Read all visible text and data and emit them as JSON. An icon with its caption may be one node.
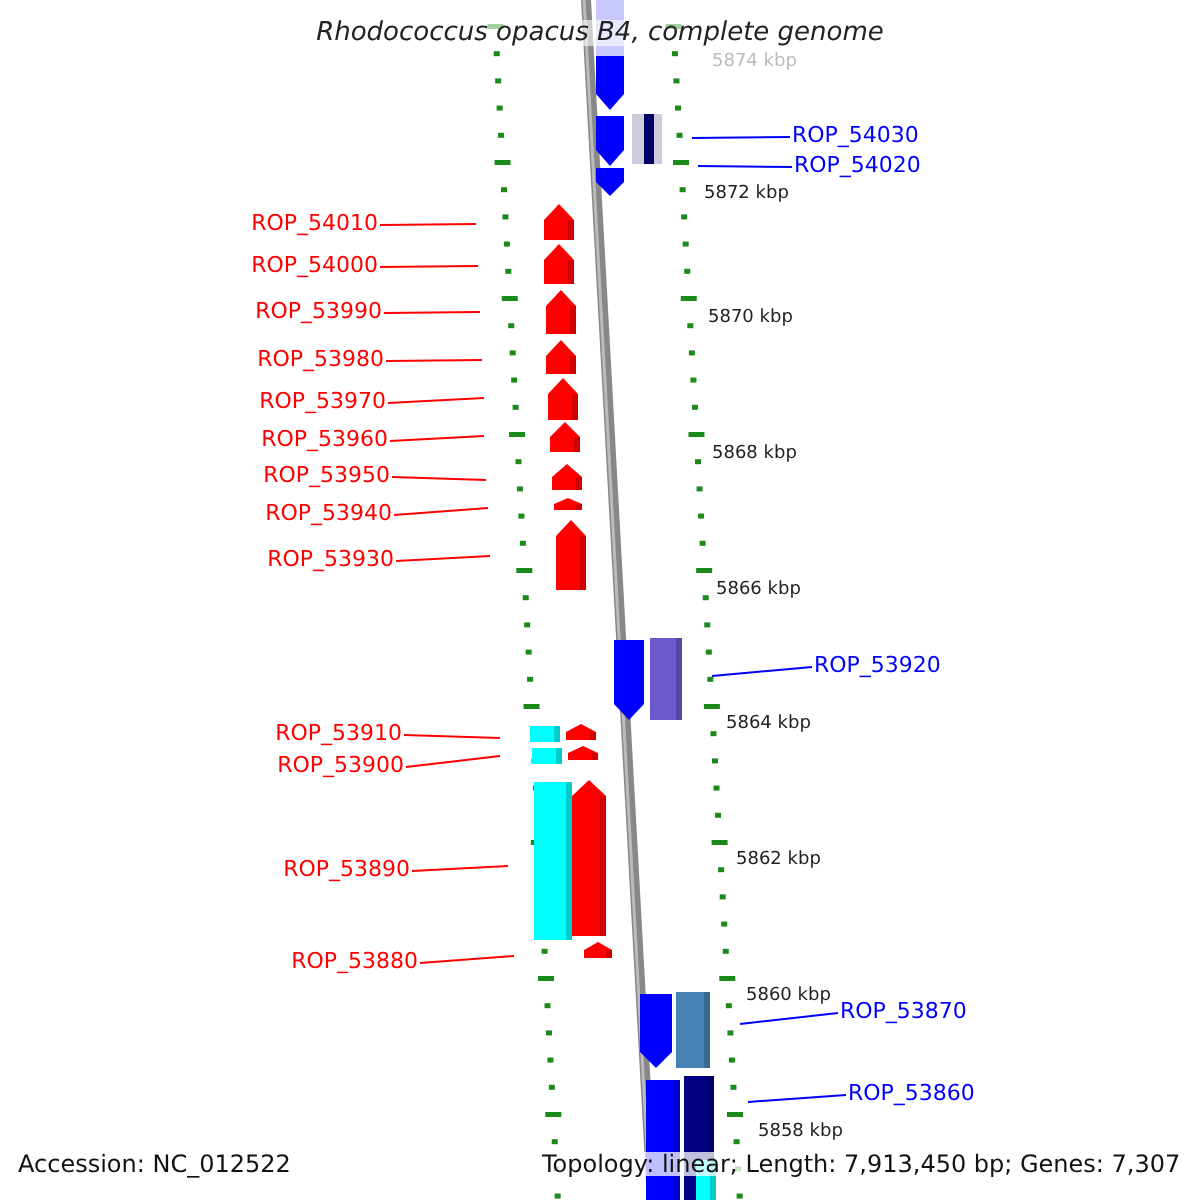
{
  "diagram": {
    "title": "Rhodococcus opacus B4, complete genome",
    "nodes": [
      {
        "text": [
          "ROP_54030"
        ]
      },
      {
        "text": [
          "ROP_54020"
        ]
      },
      {
        "text": [
          "ROP_54010"
        ]
      },
      {
        "text": [
          "ROP_54000"
        ]
      },
      {
        "text": [
          "ROP_53990"
        ]
      },
      {
        "text": [
          "ROP_53980"
        ]
      },
      {
        "text": [
          "ROP_53970"
        ]
      },
      {
        "text": [
          "ROP_53960"
        ]
      },
      {
        "text": [
          "ROP_53950"
        ]
      },
      {
        "text": [
          "ROP_53940"
        ]
      },
      {
        "text": [
          "ROP_53930"
        ]
      },
      {
        "text": [
          "ROP_53920"
        ]
      },
      {
        "text": [
          "ROP_53910"
        ]
      },
      {
        "text": [
          "ROP_53900"
        ]
      },
      {
        "text": [
          "ROP_53890"
        ]
      },
      {
        "text": [
          "ROP_53880"
        ]
      },
      {
        "text": [
          "ROP_53870"
        ]
      },
      {
        "text": [
          "ROP_53860"
        ]
      }
    ],
    "edges": [
      {
        "from": 0,
        "to": null,
        "arrow": "none",
        "color": "#0000ff"
      },
      {
        "from": 1,
        "to": null,
        "arrow": "none",
        "color": "#0000ff"
      },
      {
        "from": 2,
        "to": null,
        "arrow": "none"
      },
      {
        "from": 3,
        "to": null,
        "arrow": "none"
      },
      {
        "from": 4,
        "to": null,
        "arrow": "none"
      },
      {
        "from": 5,
        "to": null,
        "arrow": "none"
      },
      {
        "from": 6,
        "to": null,
        "arrow": "none"
      },
      {
        "from": 7,
        "to": null,
        "arrow": "none"
      },
      {
        "from": 8,
        "to": null,
        "arrow": "none"
      },
      {
        "from": 9,
        "to": null,
        "arrow": "none"
      },
      {
        "from": 10,
        "to": null,
        "arrow": "none"
      },
      {
        "from": 11,
        "to": null,
        "arrow": "none",
        "color": "#0000ff"
      },
      {
        "from": 12,
        "to": null,
        "arrow": "none"
      },
      {
        "from": 13,
        "to": null,
        "arrow": "none"
      },
      {
        "from": 14,
        "to": null,
        "arrow": "none"
      },
      {
        "from": 15,
        "to": null,
        "arrow": "none"
      },
      {
        "from": 16,
        "to": null,
        "arrow": "none",
        "color": "#0000ff"
      },
      {
        "from": 17,
        "to": null,
        "arrow": "none",
        "color": "#0000ff"
      }
    ],
    "labels": [
      "5874 kbp",
      "5872 kbp",
      "5870 kbp",
      "5868 kbp",
      "5866 kbp",
      "5864 kbp",
      "5862 kbp",
      "5860 kbp",
      "5858 kbp",
      "Accession: NC_012522",
      "Topology: linear; Length: 7,913,450 bp; Genes: 7,307"
    ]
  }
}
